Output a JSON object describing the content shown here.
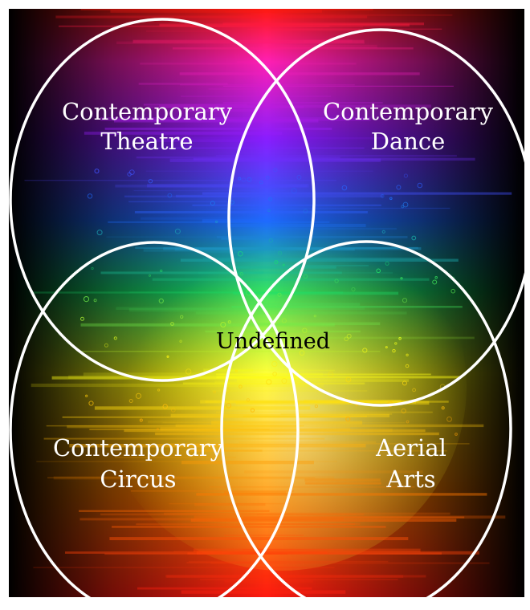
{
  "diagram": {
    "type": "venn",
    "background_colors": {
      "base": "#000000",
      "red": "#ff1a10",
      "magenta": "#ff1fb4",
      "violet": "#8a1dff",
      "blue": "#1f6bff",
      "green": "#19e06a",
      "yellow": "#ffff14",
      "orange": "#ff7a00",
      "circle_stroke": "#ffffff"
    },
    "sets": [
      {
        "id": "theatre",
        "lines": [
          "Contemporary",
          "Theatre"
        ]
      },
      {
        "id": "dance",
        "lines": [
          "Contemporary",
          "Dance"
        ]
      },
      {
        "id": "circus",
        "lines": [
          "Contemporary",
          "Circus"
        ]
      },
      {
        "id": "aerial",
        "lines": [
          "Aerial",
          "Arts"
        ]
      }
    ],
    "center_label": "Undefined"
  }
}
